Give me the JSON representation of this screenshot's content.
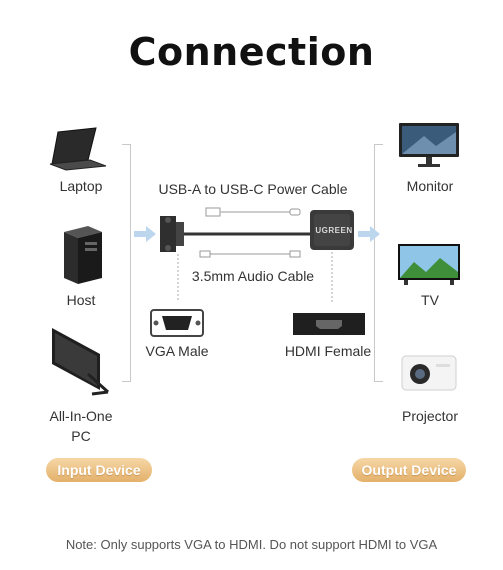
{
  "title": "Connection",
  "inputs": {
    "laptop": "Laptop",
    "host": "Host",
    "aio_line1": "All-In-One",
    "aio_line2": "PC"
  },
  "outputs": {
    "monitor": "Monitor",
    "tv": "TV",
    "projector": "Projector"
  },
  "cables": {
    "power": "USB-A to USB-C Power Cable",
    "audio": "3.5mm Audio Cable"
  },
  "adapter": {
    "brand": "UGREEN",
    "vga_label": "VGA Male",
    "hdmi_label": "HDMI Female"
  },
  "badges": {
    "input": "Input Device",
    "output": "Output Device"
  },
  "note": "Note: Only supports VGA to HDMI. Do not support HDMI to VGA",
  "colors": {
    "badge": "#e8b876",
    "arrow": "#bcd6ee",
    "bracket": "#c8c8c8"
  }
}
